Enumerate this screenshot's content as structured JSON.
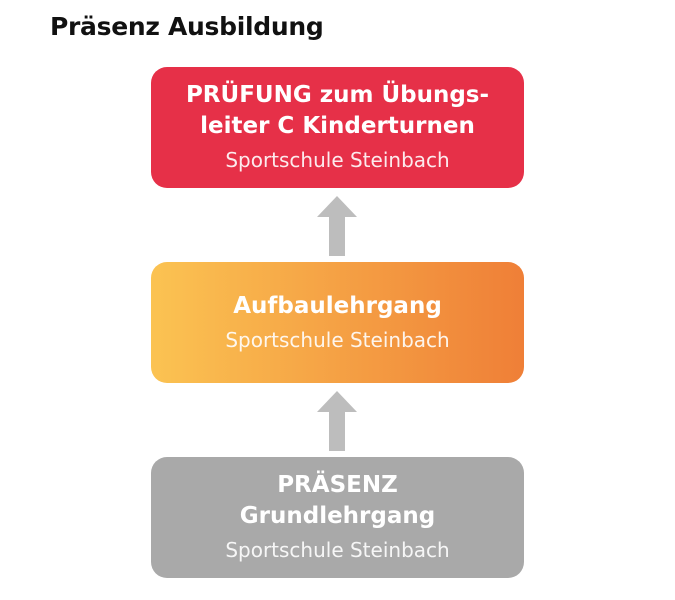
{
  "title": "Präsenz Ausbildung",
  "steps": [
    {
      "title": "PRÜFUNG zum Übungs-\nleiter C Kinderturnen",
      "subtitle": "Sportschule Steinbach",
      "color_from": "#e63048",
      "color_to": "#e63048"
    },
    {
      "title": "Aufbaulehrgang",
      "subtitle": "Sportschule Steinbach",
      "color_from": "#fbc352",
      "color_to": "#ef7f37"
    },
    {
      "title": "PRÄSENZ\nGrundlehrgang",
      "subtitle": "Sportschule Steinbach",
      "color_from": "#a9a9a9",
      "color_to": "#a9a9a9"
    }
  ],
  "arrow_color": "#bdbdbd",
  "arrow_icon": "arrow-up-icon"
}
